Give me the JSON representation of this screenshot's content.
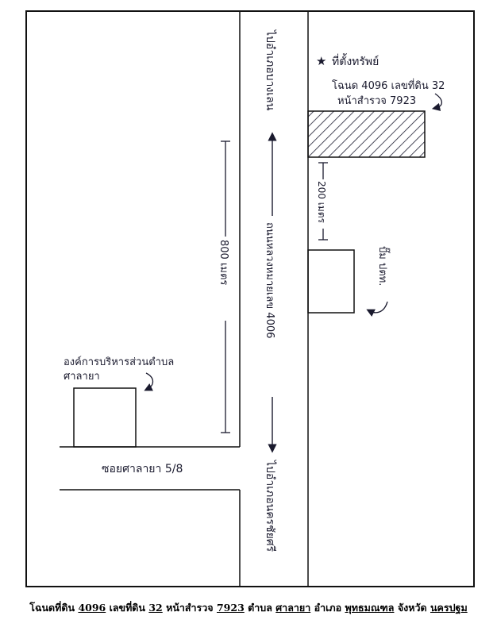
{
  "map": {
    "road_top_label": "ไปอำเภอบางเลน",
    "road_bottom_label": "ไปอำเภอนครชัยศรี",
    "road_name": "ถนนหลวงหมายเลข 4006",
    "distance_left": "800 เมตร",
    "distance_right": "200 เมตร",
    "site_marker": "★",
    "site_label": "ที่ตั้งทรัพย์",
    "site_line1": "โฉนด 4096 เลขที่ดิน 32",
    "site_line2": "หน้าสำรวจ 7923",
    "gas_label": "ปั๊ม ปตท.",
    "office_line1": "องค์การบริหารส่วนตำบล",
    "office_line2": "ศาลายา",
    "soi_label": "ซอยศาลายา 5/8"
  },
  "caption": {
    "prefix": "โฉนดที่ดิน",
    "deed_no": "4096",
    "mid1": "เลขที่ดิน",
    "land_no": "32",
    "mid2": "หน้าสำรวจ",
    "survey_no": "7923",
    "mid3": "ตำบล",
    "tambon": "ศาลายา",
    "mid4": "อำเภอ",
    "amphoe": "พุทธมณฑล",
    "mid5": "จังหวัด",
    "province": "นครปฐม"
  }
}
